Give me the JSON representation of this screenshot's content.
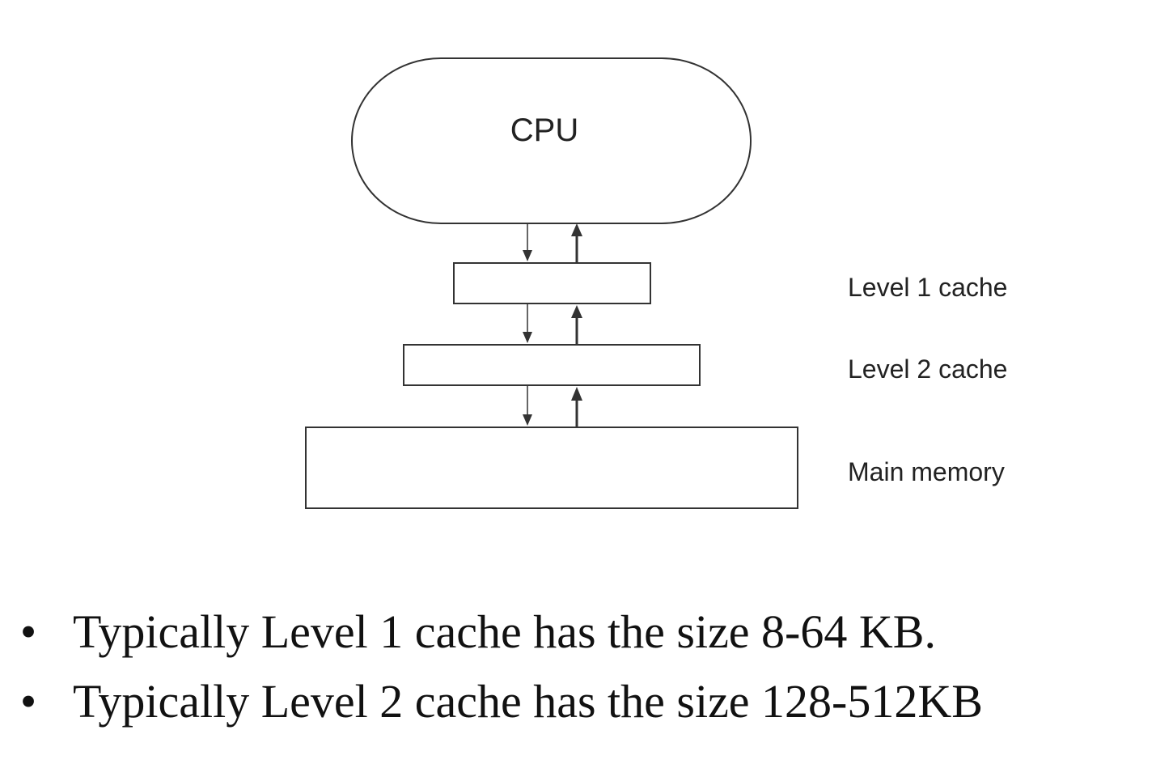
{
  "diagram": {
    "cpu_label": "CPU",
    "levels": [
      {
        "label": "Level 1 cache"
      },
      {
        "label": "Level 2 cache"
      },
      {
        "label": "Main memory"
      }
    ],
    "line_color": "#333333"
  },
  "bullets": [
    {
      "marker": "•",
      "text": "Typically Level 1 cache has the size 8-64 KB."
    },
    {
      "marker": "•",
      "text": "Typically Level 2 cache has the size 128-512KB"
    }
  ]
}
